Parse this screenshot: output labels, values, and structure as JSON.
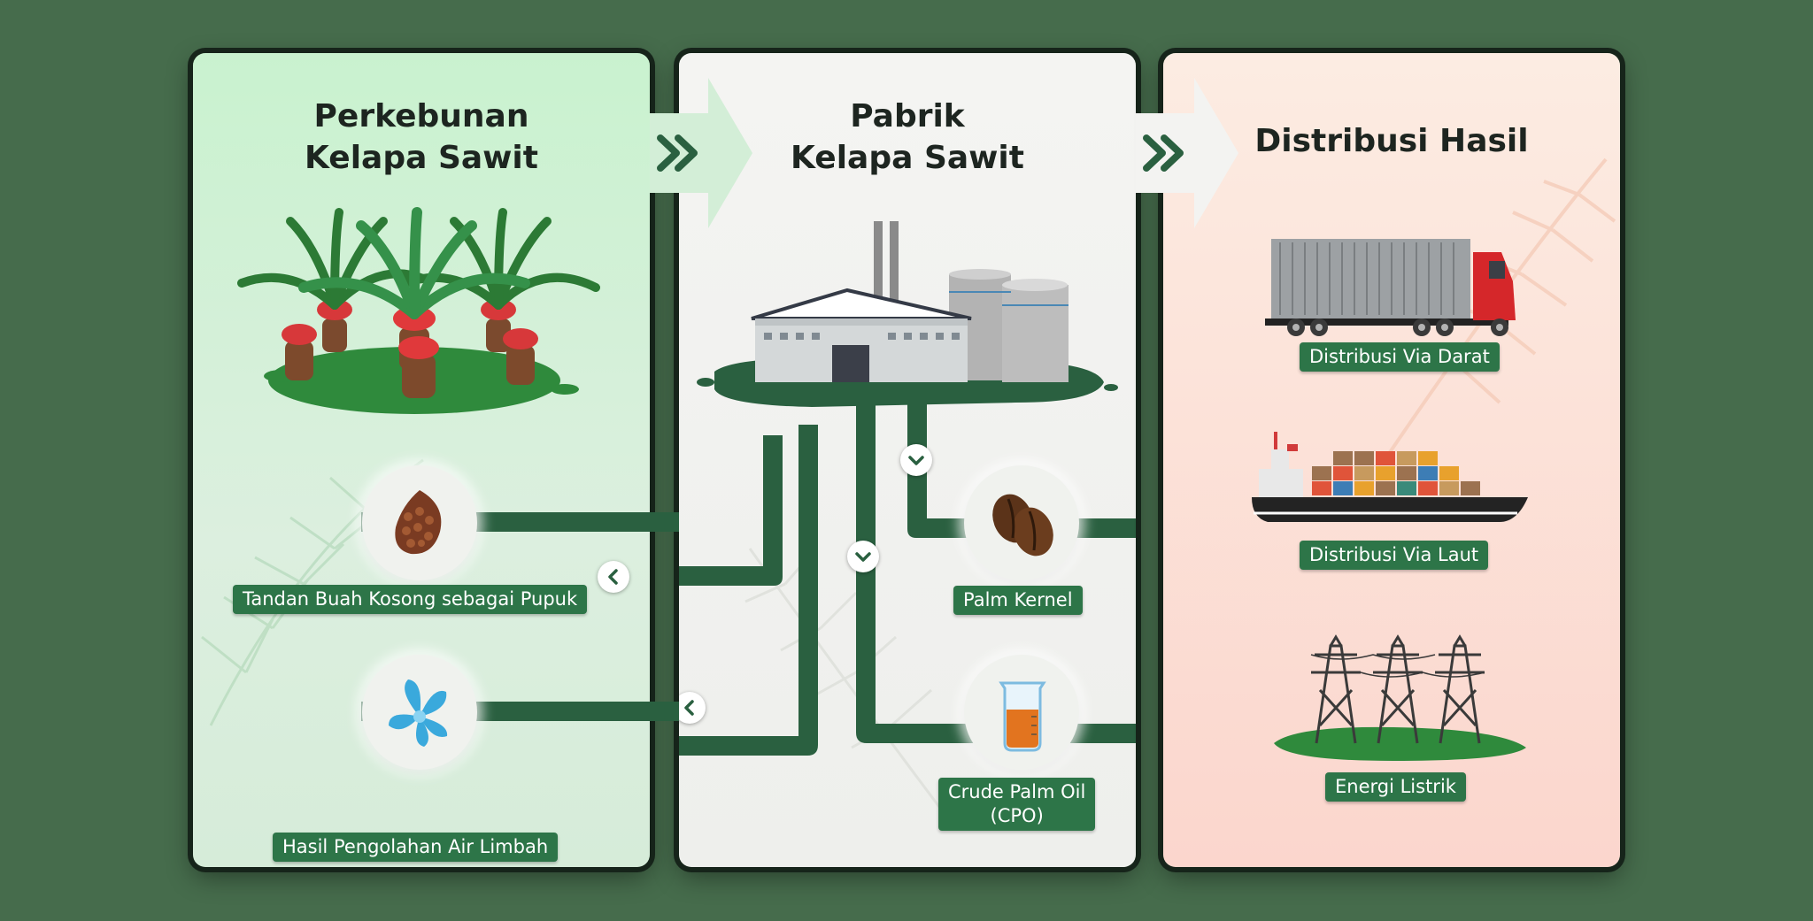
{
  "panels": {
    "plantation": {
      "title": "Perkebunan\nKelapa Sawit"
    },
    "factory": {
      "title": "Pabrik\nKelapa Sawit"
    },
    "distribution": {
      "title": "Distribusi Hasil"
    }
  },
  "products": {
    "empty_bunch": "Tandan Buah Kosong sebagai Pupuk",
    "waste_water": "Hasil Pengolahan Air Limbah",
    "palm_kernel": "Palm Kernel",
    "cpo": "Crude Palm Oil\n(CPO)"
  },
  "distribution": {
    "land": "Distribusi Via Darat",
    "sea": "Distribusi Via Laut",
    "energy": "Energi Listrik"
  },
  "colors": {
    "pipe": "#2a6040",
    "label_bg": "#2d7548",
    "background": "#466c4c"
  }
}
